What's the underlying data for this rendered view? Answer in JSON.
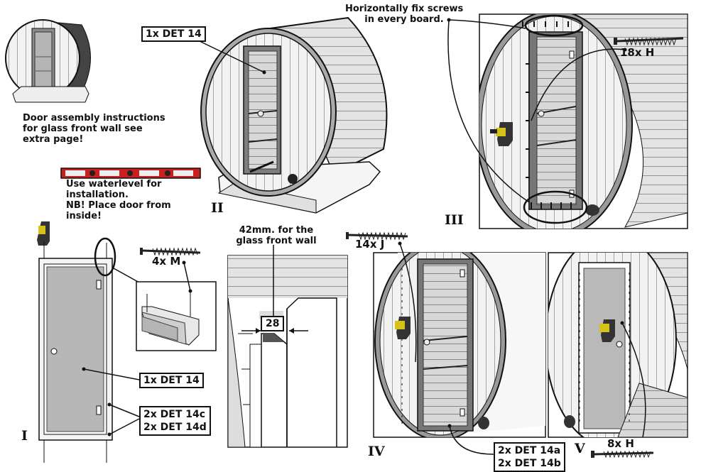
{
  "notes": {
    "door_glass": [
      "Door assembly instructions",
      "for glass front wall see",
      "extra page!"
    ],
    "waterlevel": [
      "Use waterlevel for",
      "installation.",
      "NB! Place door from",
      "inside!"
    ],
    "horizontal_screws": [
      "Horizontally fix screws",
      "in every board."
    ],
    "front_wall": [
      "42mm. for the",
      "glass front wall"
    ]
  },
  "labels": {
    "det14_top": "1x DET 14",
    "screws_18h": "18x H",
    "det14_door": "1x DET 14",
    "det14c": "2x DET 14c",
    "det14d": "2x DET 14d",
    "det14a": "2x DET 14a",
    "det14b": "2x DET 14b",
    "screws_4m": "4x M",
    "screws_14j": "14x J",
    "screws_8h": "8x H",
    "dimension": "28"
  },
  "steps": [
    "I",
    "II",
    "III",
    "IV",
    "V"
  ]
}
